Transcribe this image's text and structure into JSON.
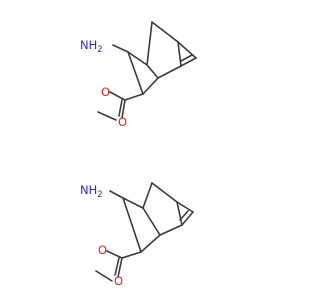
{
  "molecules": [
    {
      "amine_label": "NH",
      "amine_subscript": "2",
      "carbonyl_oxygen": "O",
      "ester_oxygen": "O",
      "colors": {
        "bond": "#3b3b3b",
        "nitrogen": "#2b2bd9",
        "oxygen": "#e81e1e"
      }
    },
    {
      "amine_label": "NH",
      "amine_subscript": "2",
      "carbonyl_oxygen": "O",
      "ester_oxygen": "O",
      "colors": {
        "bond": "#3b3b3b",
        "nitrogen": "#2b2bd9",
        "oxygen": "#e81e1e"
      }
    }
  ]
}
